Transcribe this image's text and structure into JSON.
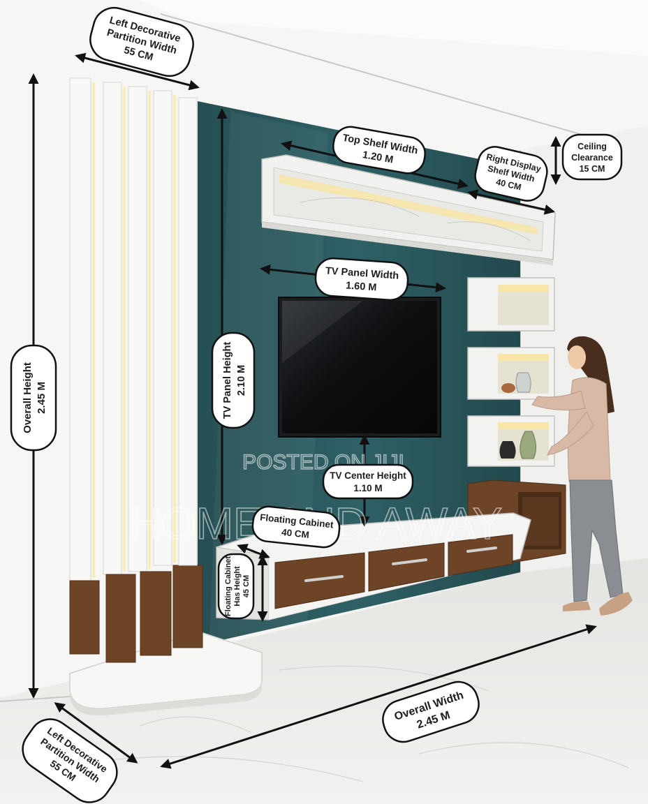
{
  "dimensions": {
    "left_partition_width_top": {
      "title": [
        "Left Decorative",
        "Partition Width"
      ],
      "value": "55 CM"
    },
    "top_shelf_width": {
      "title": [
        "Top Shelf Width"
      ],
      "value": "1.20 M"
    },
    "right_display_shelf_width": {
      "title": [
        "Right Display",
        "Shelf Width"
      ],
      "value": "40 CM"
    },
    "ceiling_clearance": {
      "title": [
        "Ceiling",
        "Clearance"
      ],
      "value": "15 CM"
    },
    "tv_panel_width": {
      "title": [
        "TV Panel Width"
      ],
      "value": "1.60 M"
    },
    "tv_panel_height": {
      "title": [
        "TV Panel Height"
      ],
      "value": "2.10 M"
    },
    "overall_height": {
      "title": [
        "Overall Height"
      ],
      "value": "2.45 M"
    },
    "tv_center_height": {
      "title": [
        "TV Center Height"
      ],
      "value": "1.10 M"
    },
    "floating_cabinet": {
      "title": [
        "Floating Cabinet"
      ],
      "value": "40 CM"
    },
    "floating_cabinet_height": {
      "title": [
        "Floating Cabinet",
        "Has Height"
      ],
      "value": "45 CM"
    },
    "overall_width": {
      "title": [
        "Overall Width"
      ],
      "value": "2.45 M"
    },
    "left_partition_width_bottom": {
      "title": [
        "Left Decorative",
        "Partition Width"
      ],
      "value": "55 CM"
    }
  },
  "watermarks": {
    "posted": "POSTED ON JIJI",
    "brand": "HOME AND AWAY"
  },
  "colors": {
    "teal_panel": "#2c5c60",
    "walnut": "#6e4426",
    "white_lacquer": "#f3f3f1",
    "led_glow": "#f7e6a8",
    "tv_screen": "#101214",
    "floor": "#e9e9e6"
  }
}
